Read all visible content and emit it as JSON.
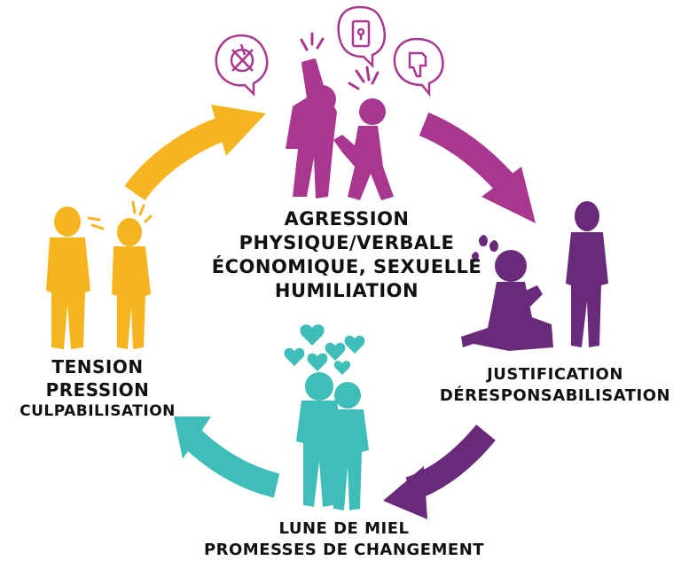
{
  "stages": [
    {
      "id": "agression",
      "color": "#a8378f",
      "lines": [
        "AGRESSION",
        "PHYSIQUE/VERBALE",
        "ÉCONOMIQUE, SEXUELLE",
        "HUMILIATION"
      ]
    },
    {
      "id": "justification",
      "color": "#6a2a7a",
      "lines": [
        "JUSTIFICATION",
        "DÉRESPONSABILISATION"
      ]
    },
    {
      "id": "lune-de-miel",
      "color": "#3ebdb9",
      "lines": [
        "LUNE DE MIEL",
        "PROMESSES DE CHANGEMENT"
      ]
    },
    {
      "id": "tension",
      "color": "#f5b520",
      "lines": [
        "TENSION",
        "PRESSION",
        "CULPABILISATION"
      ]
    }
  ],
  "icons": [
    "no-money-bubble-icon",
    "locked-phone-bubble-icon",
    "thumbs-down-bubble-icon"
  ],
  "colors": {
    "magenta": "#a8378f",
    "purple": "#6a2a7a",
    "teal": "#3ebdb9",
    "yellow": "#f5b520"
  }
}
